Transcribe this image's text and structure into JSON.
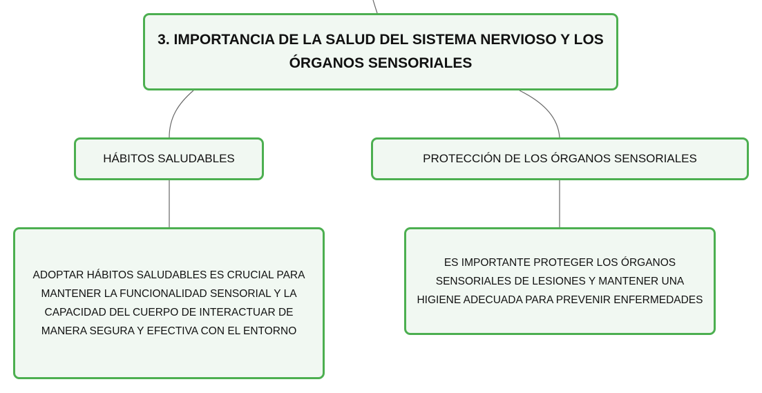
{
  "central": {
    "title": "3. IMPORTANCIA DE LA SALUD DEL SISTEMA NERVIOSO Y LOS ÓRGANOS SENSORIALES"
  },
  "branches": [
    {
      "label": "HÁBITOS SALUDABLES",
      "detail": "ADOPTAR HÁBITOS SALUDABLES ES CRUCIAL PARA MANTENER LA FUNCIONALIDAD SENSORIAL Y LA CAPACIDAD DEL CUERPO DE INTERACTUAR DE MANERA SEGURA Y EFECTIVA CON EL ENTORNO"
    },
    {
      "label": "PROTECCIÓN DE LOS ÓRGANOS SENSORIALES",
      "detail": "ES IMPORTANTE PROTEGER LOS ÓRGANOS SENSORIALES DE LESIONES Y MANTENER UNA HIGIENE ADECUADA PARA PREVENIR ENFERMEDADES"
    }
  ],
  "colors": {
    "node_border": "#4caf50",
    "node_fill": "#f1f8f2",
    "connector": "#666666"
  }
}
